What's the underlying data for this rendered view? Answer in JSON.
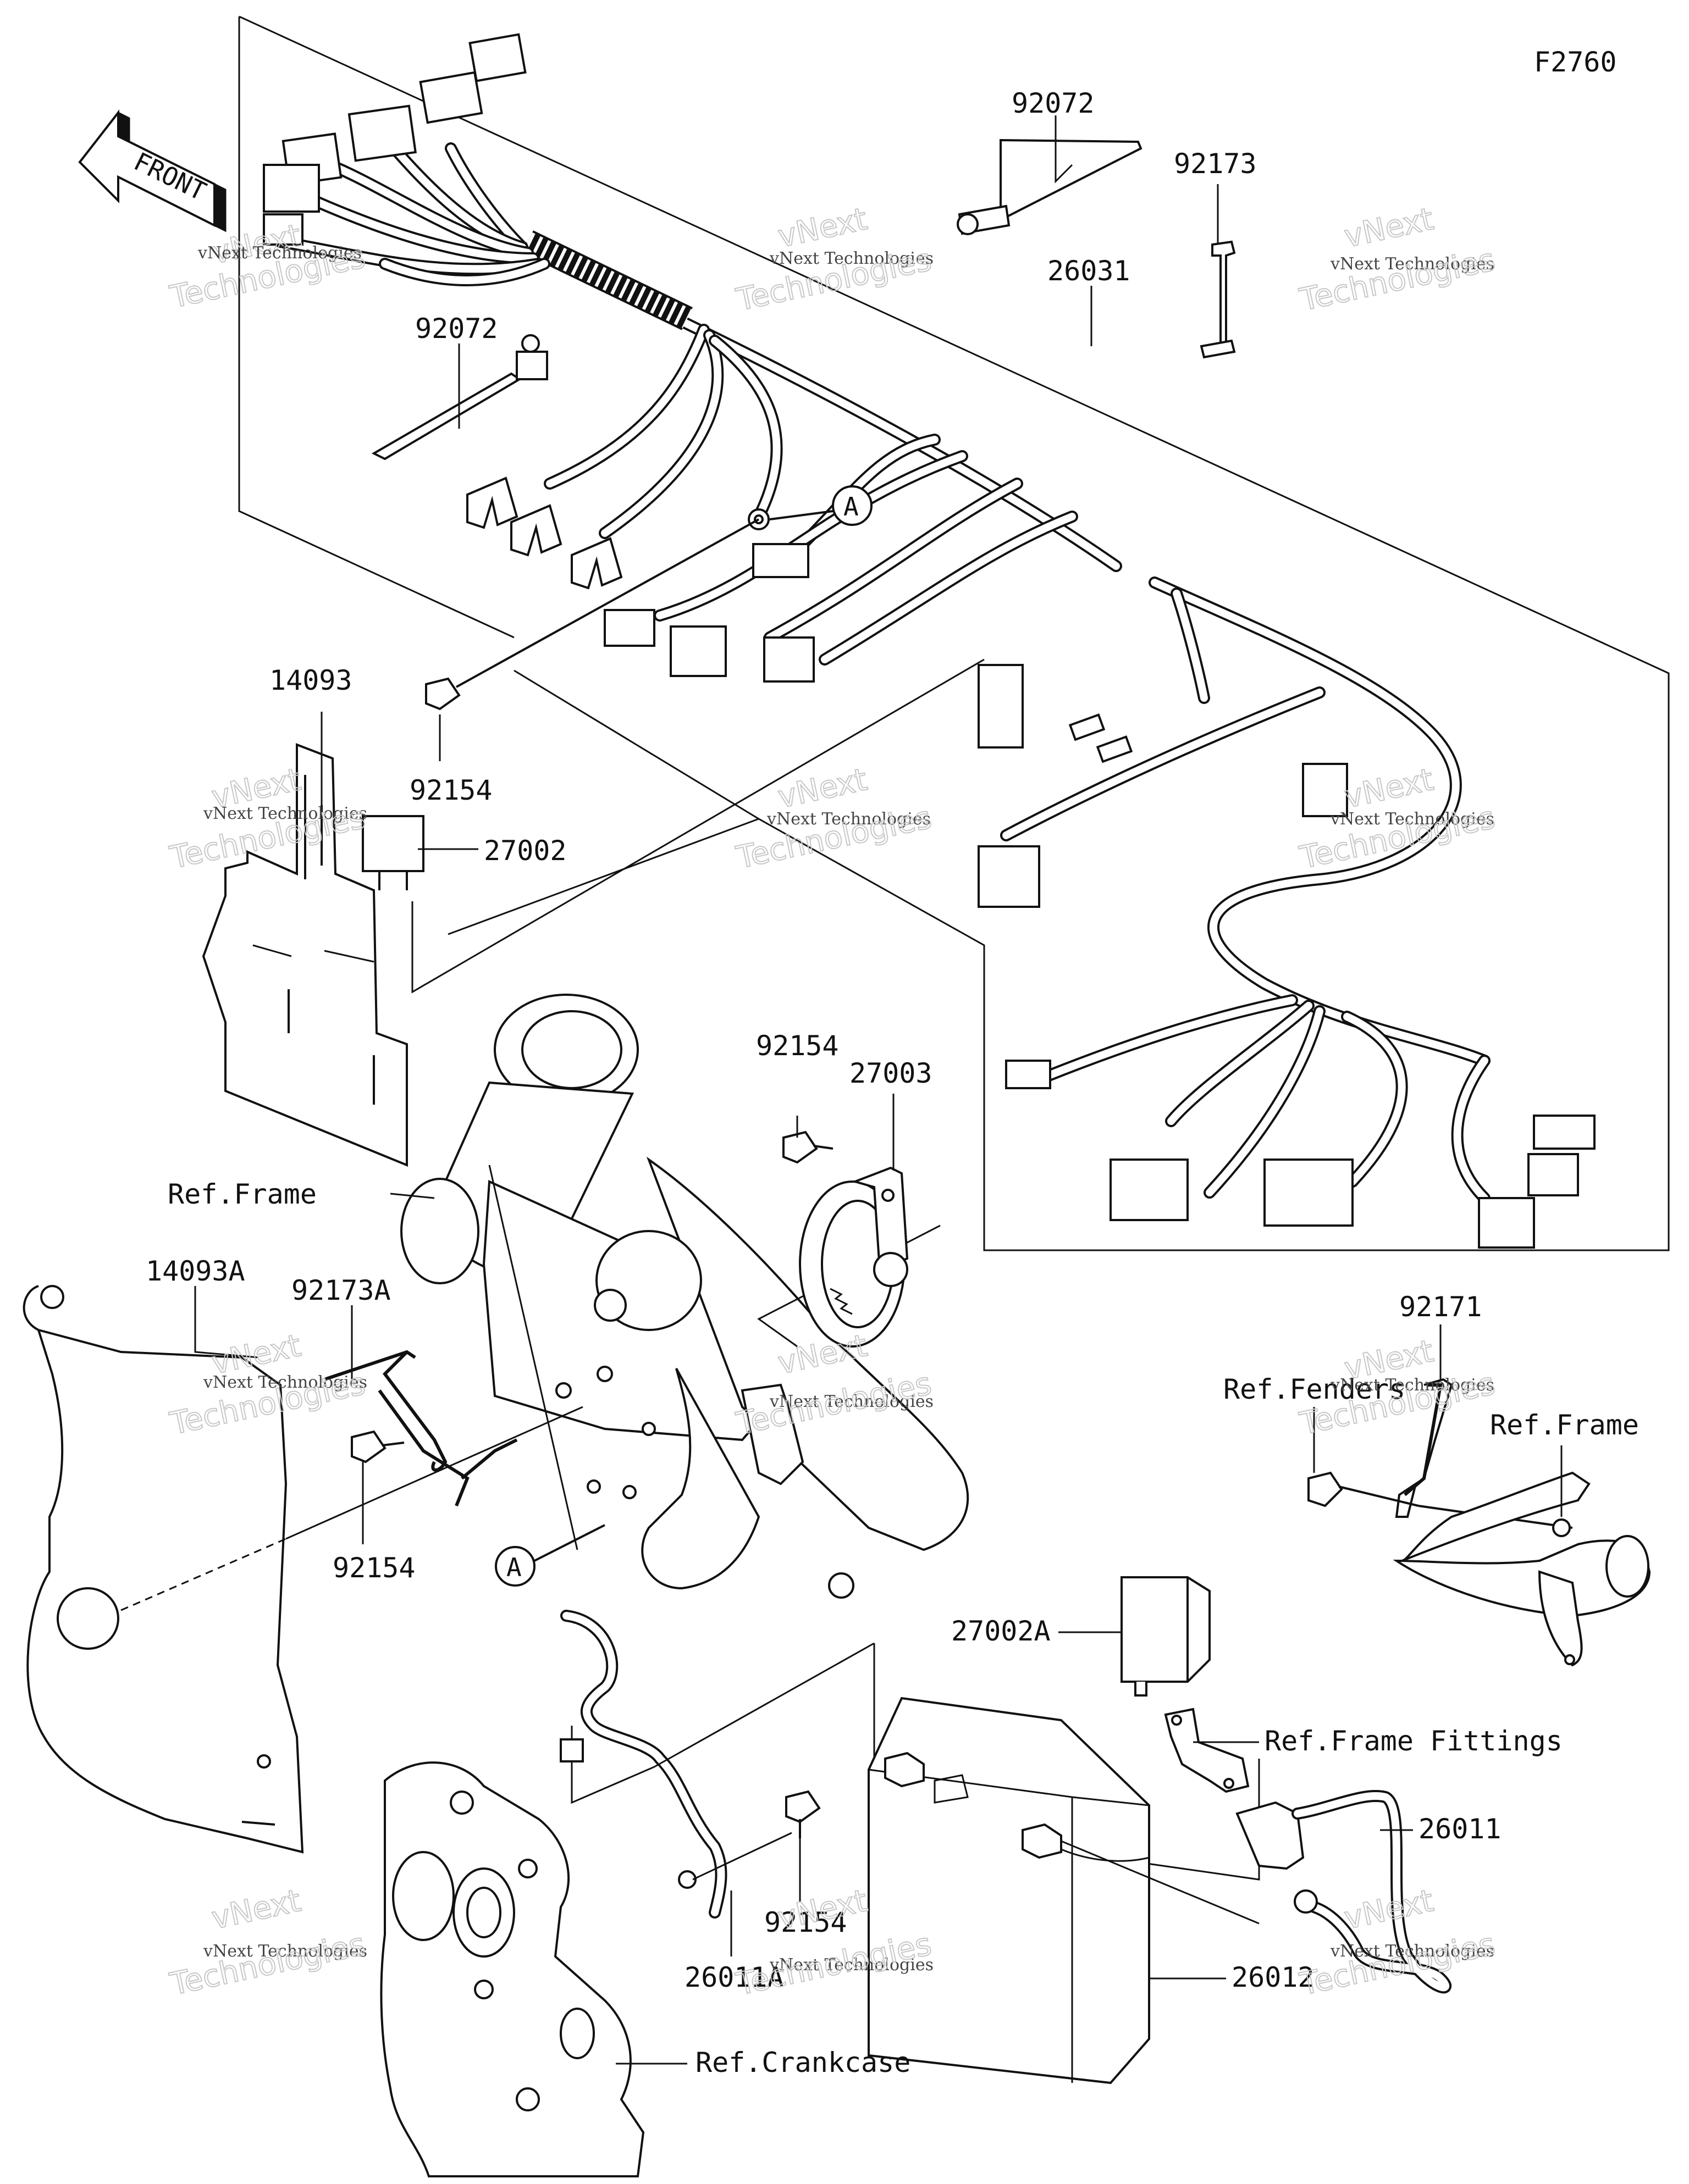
{
  "figure_code": "F2760",
  "front_arrow_label": "FRONT",
  "watermark": {
    "line1": "vNext Technologies",
    "line2": "Technologies",
    "line3": "vNext"
  },
  "callout_letter": "A",
  "parts": {
    "p92072_top": "92072",
    "p92173": "92173",
    "p26031": "26031",
    "p92072_left": "92072",
    "p14093": "14093",
    "p92154_a": "92154",
    "p27002": "27002",
    "p92154_b": "92154",
    "p27003": "27003",
    "ref_frame_1": "Ref.Frame",
    "p14093A": "14093A",
    "p92173A": "92173A",
    "p92154_c": "92154",
    "p92171": "92171",
    "ref_fenders": "Ref.Fenders",
    "ref_frame_2": "Ref.Frame",
    "p27002A": "27002A",
    "ref_frame_fittings": "Ref.Frame Fittings",
    "p92154_d": "92154",
    "p26011": "26011",
    "p26011A": "26011A",
    "p26012": "26012",
    "ref_crankcase": "Ref.Crankcase"
  }
}
